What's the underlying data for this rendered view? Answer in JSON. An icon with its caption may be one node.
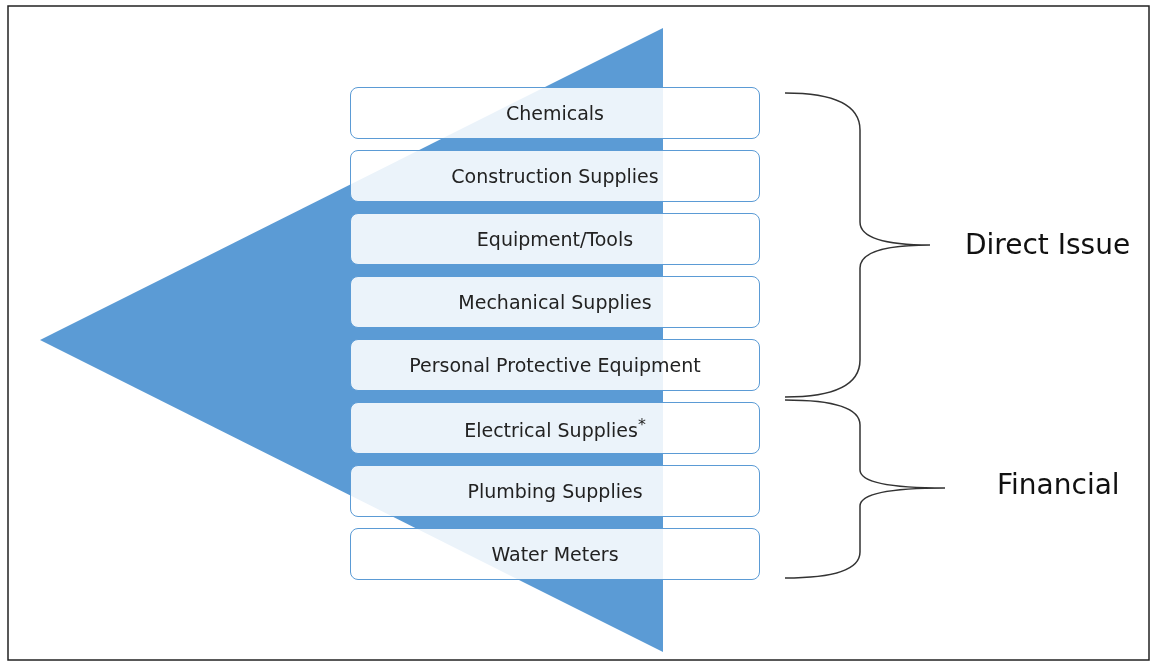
{
  "diagram": {
    "nodes": [
      {
        "text": [
          "Chemicals"
        ]
      },
      {
        "text": [
          "Construction Supplies"
        ]
      },
      {
        "text": [
          "Equipment/Tools"
        ]
      },
      {
        "text": [
          "Mechanical Supplies"
        ]
      },
      {
        "text": [
          "Personal Protective Equipment"
        ]
      },
      {
        "text": [
          "Electrical Supplies$^{*}$"
        ]
      },
      {
        "text": [
          "Plumbing Supplies"
        ]
      },
      {
        "text": [
          "Water Meters"
        ]
      }
    ],
    "labels": [
      "Direct Issue",
      "Financial"
    ]
  }
}
